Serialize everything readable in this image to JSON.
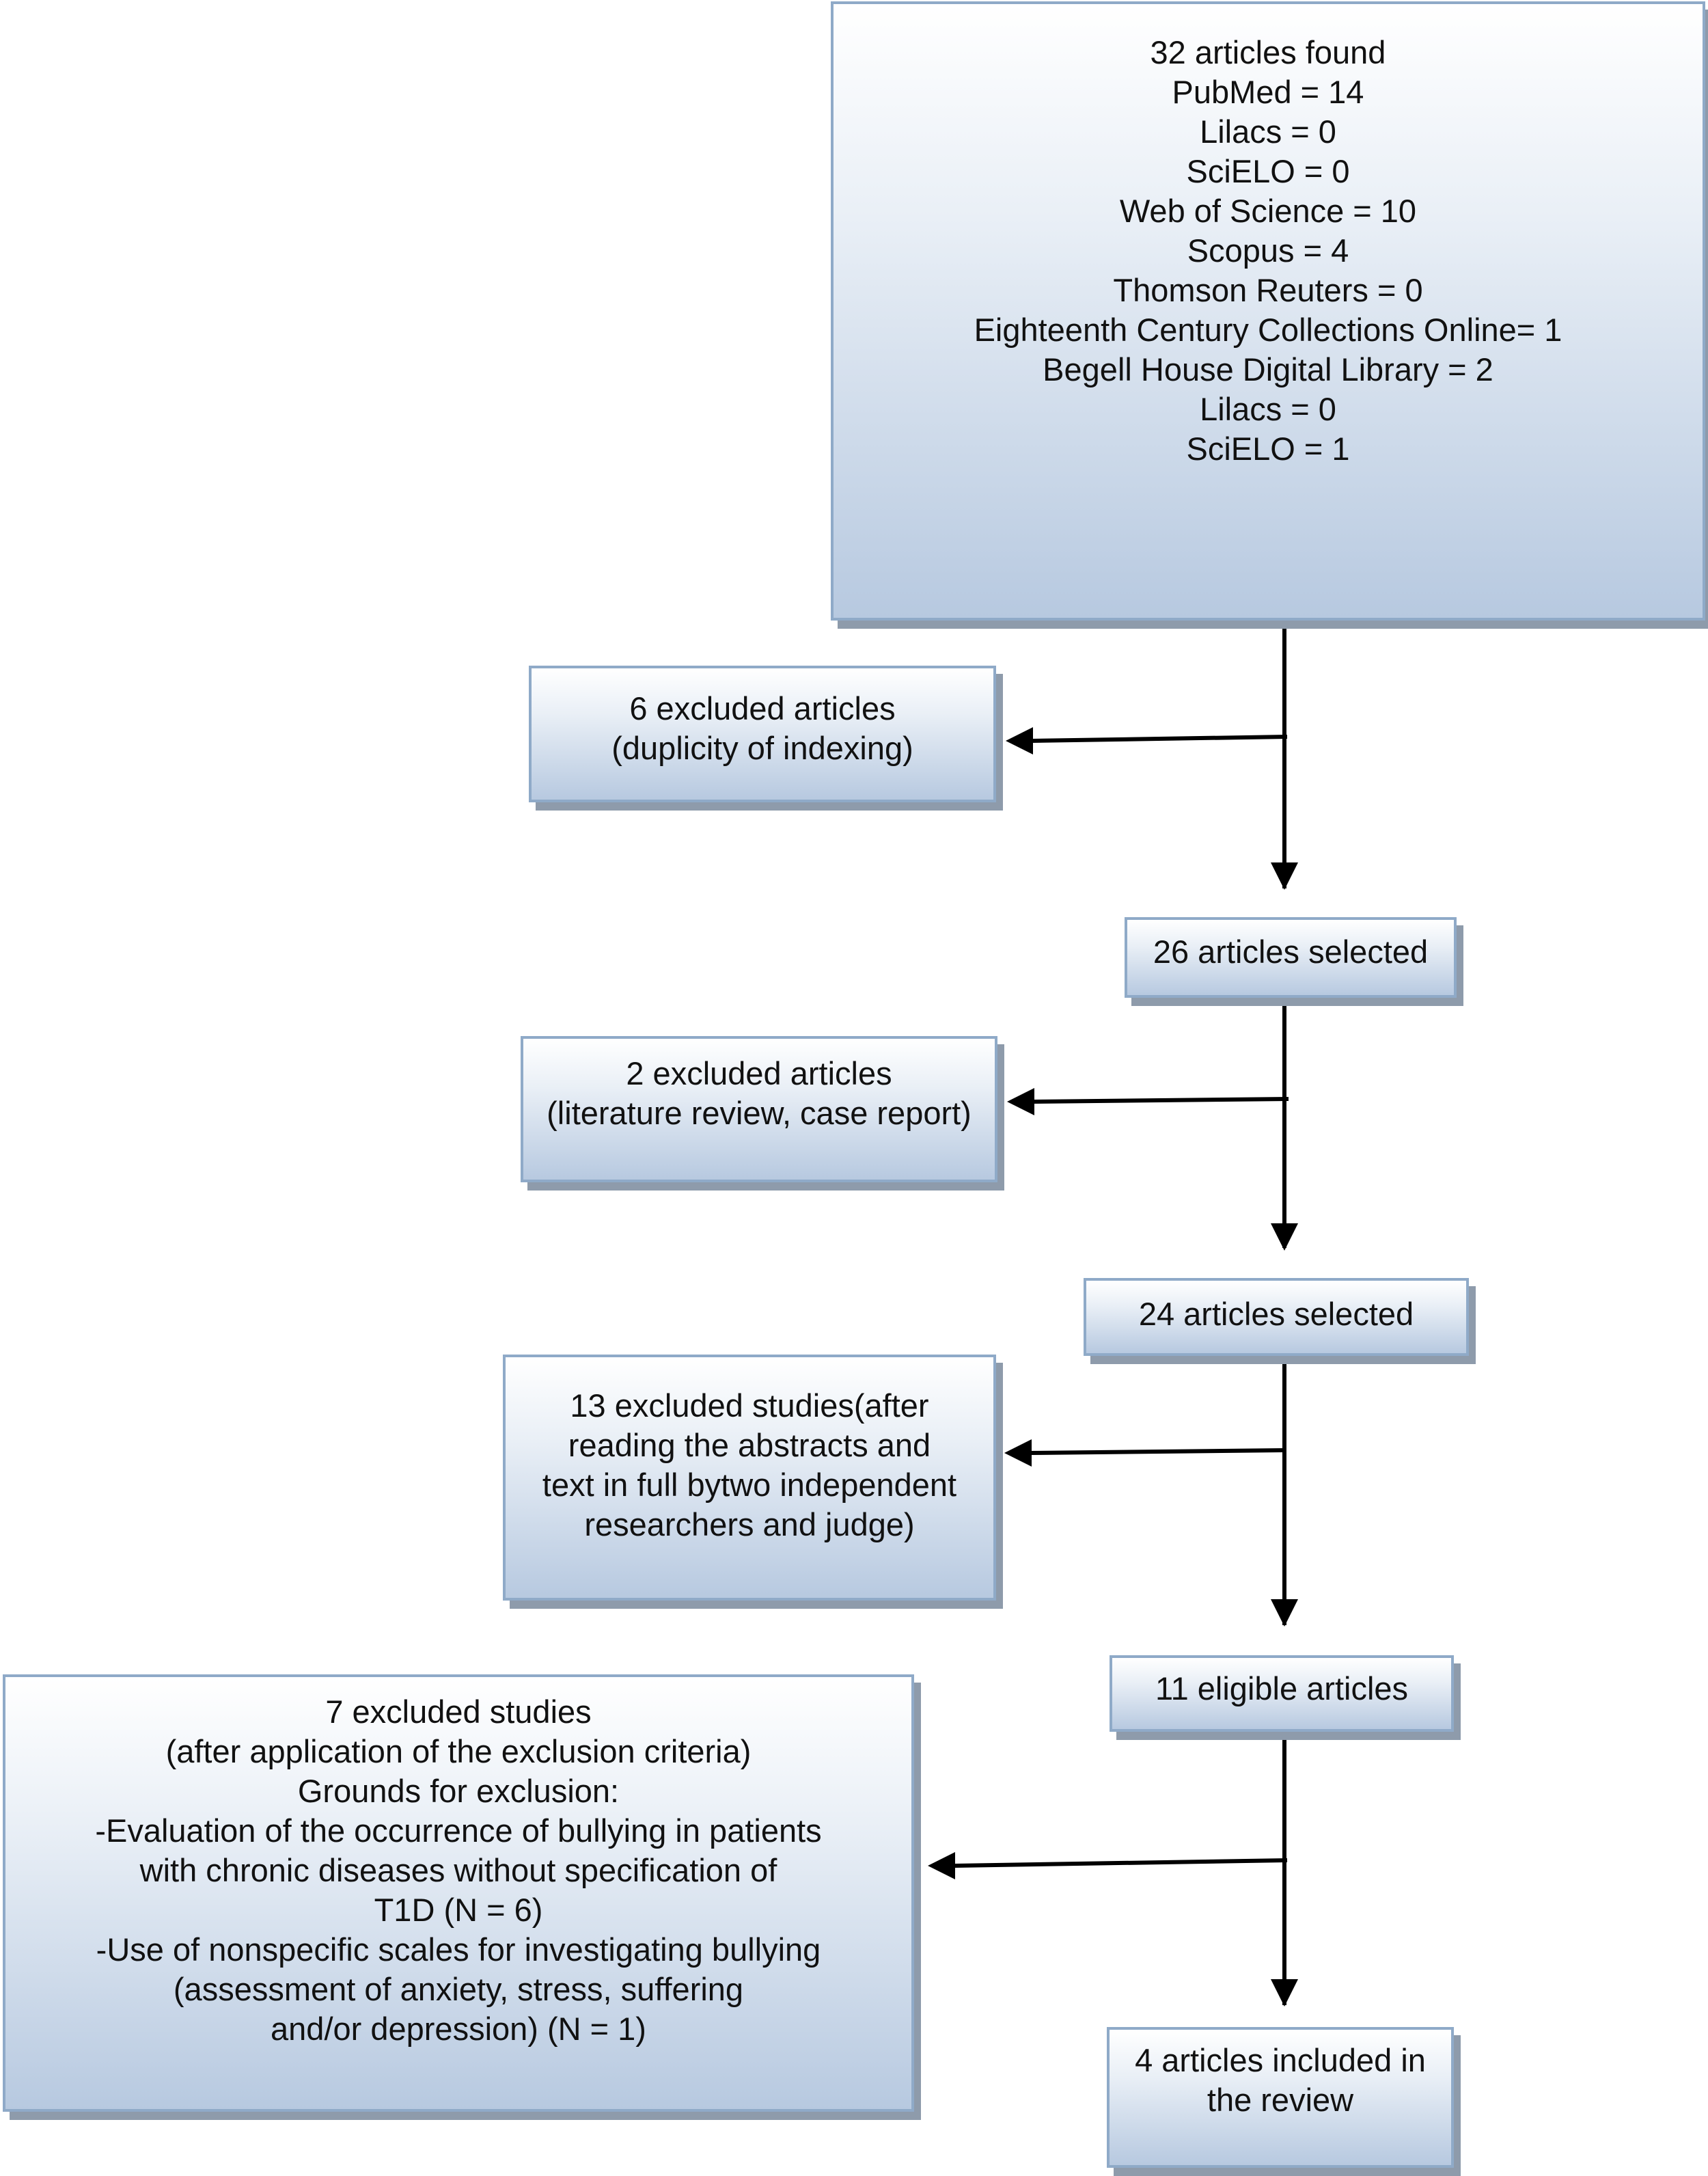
{
  "boxes": {
    "found": {
      "lines": [
        "32 articles found",
        "PubMed = 14",
        "Lilacs = 0",
        "SciELO = 0",
        "Web of Science = 10",
        "Scopus = 4",
        "Thomson Reuters = 0",
        "Eighteenth Century Collections Online= 1",
        "Begell House Digital Library = 2",
        "Lilacs = 0",
        "SciELO = 1"
      ]
    },
    "excluded_1": {
      "lines": [
        "6 excluded articles",
        "(duplicity of indexing)"
      ]
    },
    "selected_26": {
      "lines": [
        "26 articles selected"
      ]
    },
    "excluded_2": {
      "lines": [
        "2 excluded articles",
        "(literature review, case report)"
      ]
    },
    "selected_24": {
      "lines": [
        "24 articles selected"
      ]
    },
    "excluded_3": {
      "lines": [
        "13 excluded studies(after",
        "reading the abstracts and",
        "text in full bytwo independent",
        "researchers and judge)"
      ]
    },
    "eligible_11": {
      "lines": [
        "11 eligible articles"
      ]
    },
    "excluded_4": {
      "lines": [
        "7 excluded studies",
        "(after application of the exclusion criteria)",
        "Grounds for exclusion:",
        "-Evaluation of the occurrence of bullying in patients",
        "with chronic diseases without specification of",
        "T1D (N = 6)",
        "-Use of nonspecific scales for investigating bullying",
        "(assessment of anxiety, stress, suffering",
        "and/or depression) (N = 1)"
      ]
    },
    "included_4": {
      "lines": [
        "4 articles included in",
        "the review"
      ]
    }
  },
  "colors": {
    "box_border": "#8faac8",
    "box_top": "#ffffff",
    "box_bottom": "#b7c9e0",
    "shadow": "#8e9bab",
    "arrow": "#000000"
  }
}
